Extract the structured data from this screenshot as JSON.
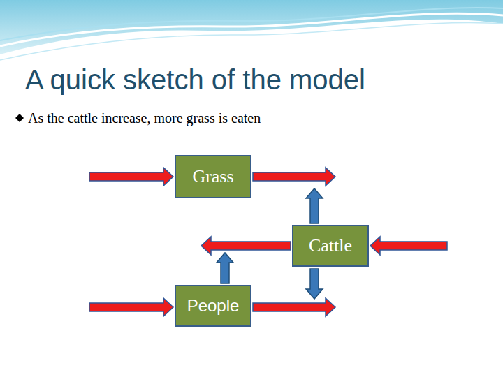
{
  "diagram": {
    "title": "A quick sketch of the model",
    "nodes": [
      {
        "text": [
          "Grass"
        ]
      },
      {
        "text": [
          "Cattle"
        ]
      },
      {
        "text": [
          "People"
        ]
      }
    ],
    "labels": [
      "As the cattle increase, more grass is eaten"
    ]
  }
}
